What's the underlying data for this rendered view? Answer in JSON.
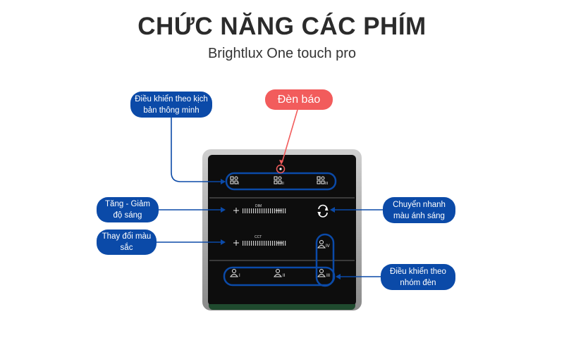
{
  "header": {
    "title": "CHỨC NĂNG CÁC PHÍM",
    "subtitle": "Brightlux One touch pro"
  },
  "callouts": {
    "scene": "Điều khiển theo kịch bản thông minh",
    "indicator": "Đèn báo",
    "dim": "Tăng - Giảm độ sáng",
    "cct": "Thay đổi màu sắc",
    "color_switch": "Chuyển nhanh màu ánh sáng",
    "group": "Điều khiển theo nhóm đèn"
  },
  "panel": {
    "dim_label": "DIM",
    "cct_label": "CCT",
    "scenes": [
      "I",
      "II",
      "III"
    ],
    "groups": [
      "I",
      "II",
      "III",
      "IV"
    ]
  },
  "colors": {
    "blue": "#0b4aa8",
    "red": "#f25c5c"
  }
}
